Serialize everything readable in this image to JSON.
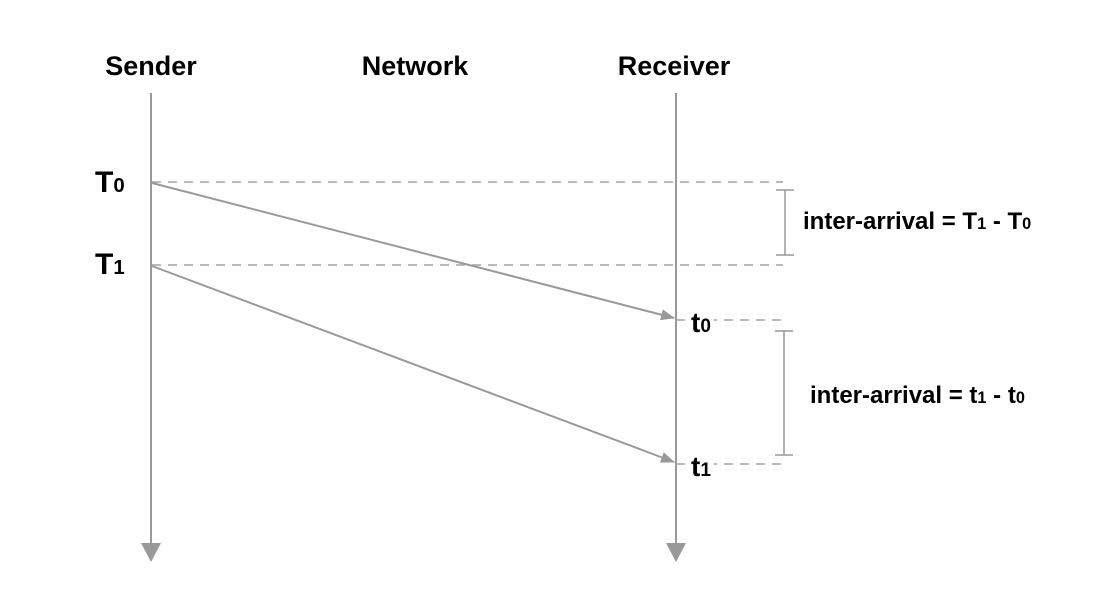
{
  "diagram": {
    "type": "sequence-timing-diagram",
    "columns": [
      {
        "label": "Sender"
      },
      {
        "label": "Network"
      },
      {
        "label": "Receiver"
      }
    ],
    "sender_events": [
      {
        "main": "T",
        "sub": "0"
      },
      {
        "main": "T",
        "sub": "1"
      }
    ],
    "receiver_events": [
      {
        "main": "t",
        "sub": "0"
      },
      {
        "main": "t",
        "sub": "1"
      }
    ],
    "annotations": [
      {
        "prefix": "inter-arrival = T",
        "sub1": "1",
        "mid": " - T",
        "sub2": "0"
      },
      {
        "prefix": "inter-arrival = t",
        "sub1": "1",
        "mid": " - t",
        "sub2": "0"
      }
    ],
    "colors": {
      "line": "#999999",
      "dashed_line": "#a3a3a3",
      "text": "#000000",
      "background": "#ffffff"
    }
  }
}
